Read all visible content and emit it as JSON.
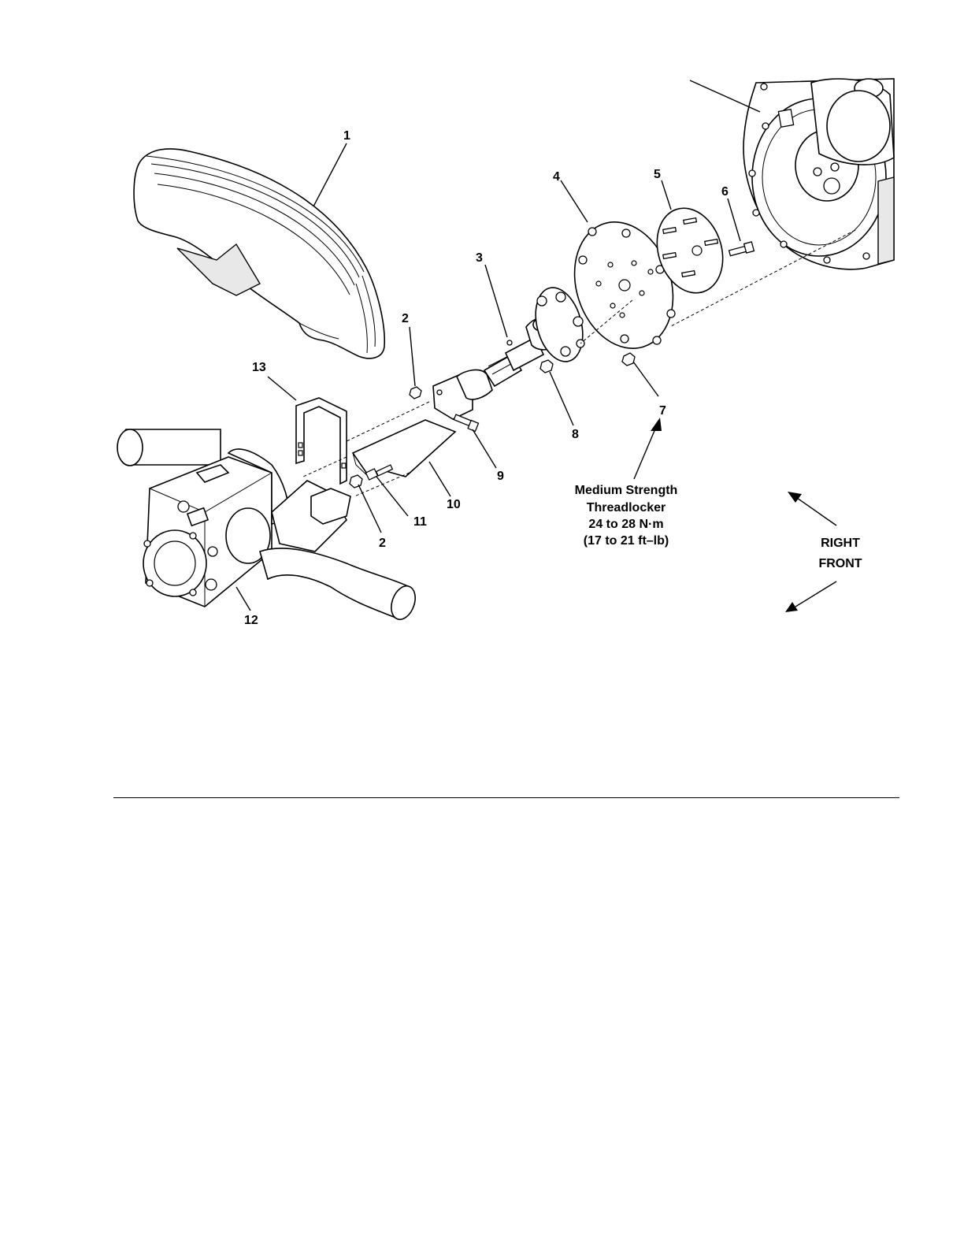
{
  "callouts": {
    "c1": "1",
    "c2a": "2",
    "c2b": "2",
    "c3": "3",
    "c4": "4",
    "c5": "5",
    "c6": "6",
    "c7": "7",
    "c8": "8",
    "c9": "9",
    "c10": "10",
    "c11": "11",
    "c12": "12",
    "c13": "13"
  },
  "note": {
    "line1": "Medium Strength",
    "line2": "Threadlocker",
    "line3": "24 to 28 N·m",
    "line4": "(17 to 21 ft–lb)"
  },
  "orientation": {
    "right": "RIGHT",
    "front": "FRONT"
  }
}
